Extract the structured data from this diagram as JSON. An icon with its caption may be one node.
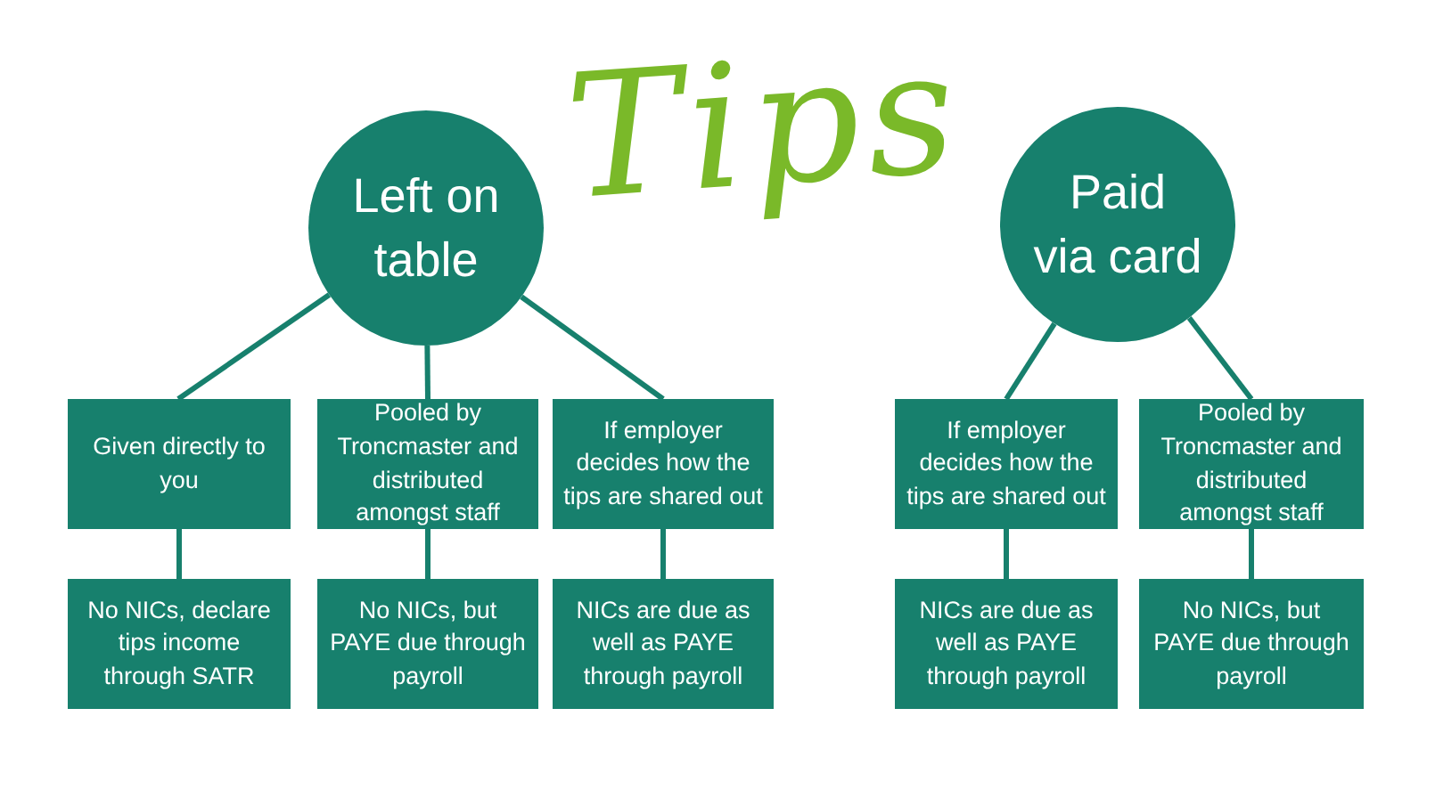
{
  "diagram": {
    "title": "Tips",
    "nodes": [
      {
        "text": [
          "Left on table"
        ]
      },
      {
        "text": [
          "Given directly to you"
        ]
      },
      {
        "text": [
          "Pooled by Troncmaster and distributed amongst staff"
        ]
      },
      {
        "text": [
          "If employer decides how the tips are shared out"
        ]
      },
      {
        "text": [
          "No NICs, declare tips income through SATR"
        ]
      },
      {
        "text": [
          "No NICs, but PAYE due through payroll"
        ]
      },
      {
        "text": [
          "NICs are due as well as PAYE through payroll"
        ]
      },
      {
        "text": [
          "Paid via card"
        ]
      },
      {
        "text": [
          "If employer decides how the tips are shared out"
        ]
      },
      {
        "text": [
          "Pooled by Troncmaster and distributed amongst staff"
        ]
      },
      {
        "text": [
          "NICs are due as well as PAYE through payroll"
        ]
      },
      {
        "text": [
          "No NICs, but PAYE due through payroll"
        ]
      }
    ],
    "edges": [
      {
        "from": 0,
        "to": 1,
        "arrow": "none"
      },
      {
        "from": 0,
        "to": 2,
        "arrow": "none"
      },
      {
        "from": 0,
        "to": 3,
        "arrow": "none"
      },
      {
        "from": 1,
        "to": 4,
        "arrow": "none"
      },
      {
        "from": 2,
        "to": 5,
        "arrow": "none"
      },
      {
        "from": 3,
        "to": 6,
        "arrow": "none"
      },
      {
        "from": 7,
        "to": 8,
        "arrow": "none"
      },
      {
        "from": 7,
        "to": 9,
        "arrow": "none"
      },
      {
        "from": 8,
        "to": 10,
        "arrow": "none"
      },
      {
        "from": 9,
        "to": 11,
        "arrow": "none"
      }
    ]
  }
}
